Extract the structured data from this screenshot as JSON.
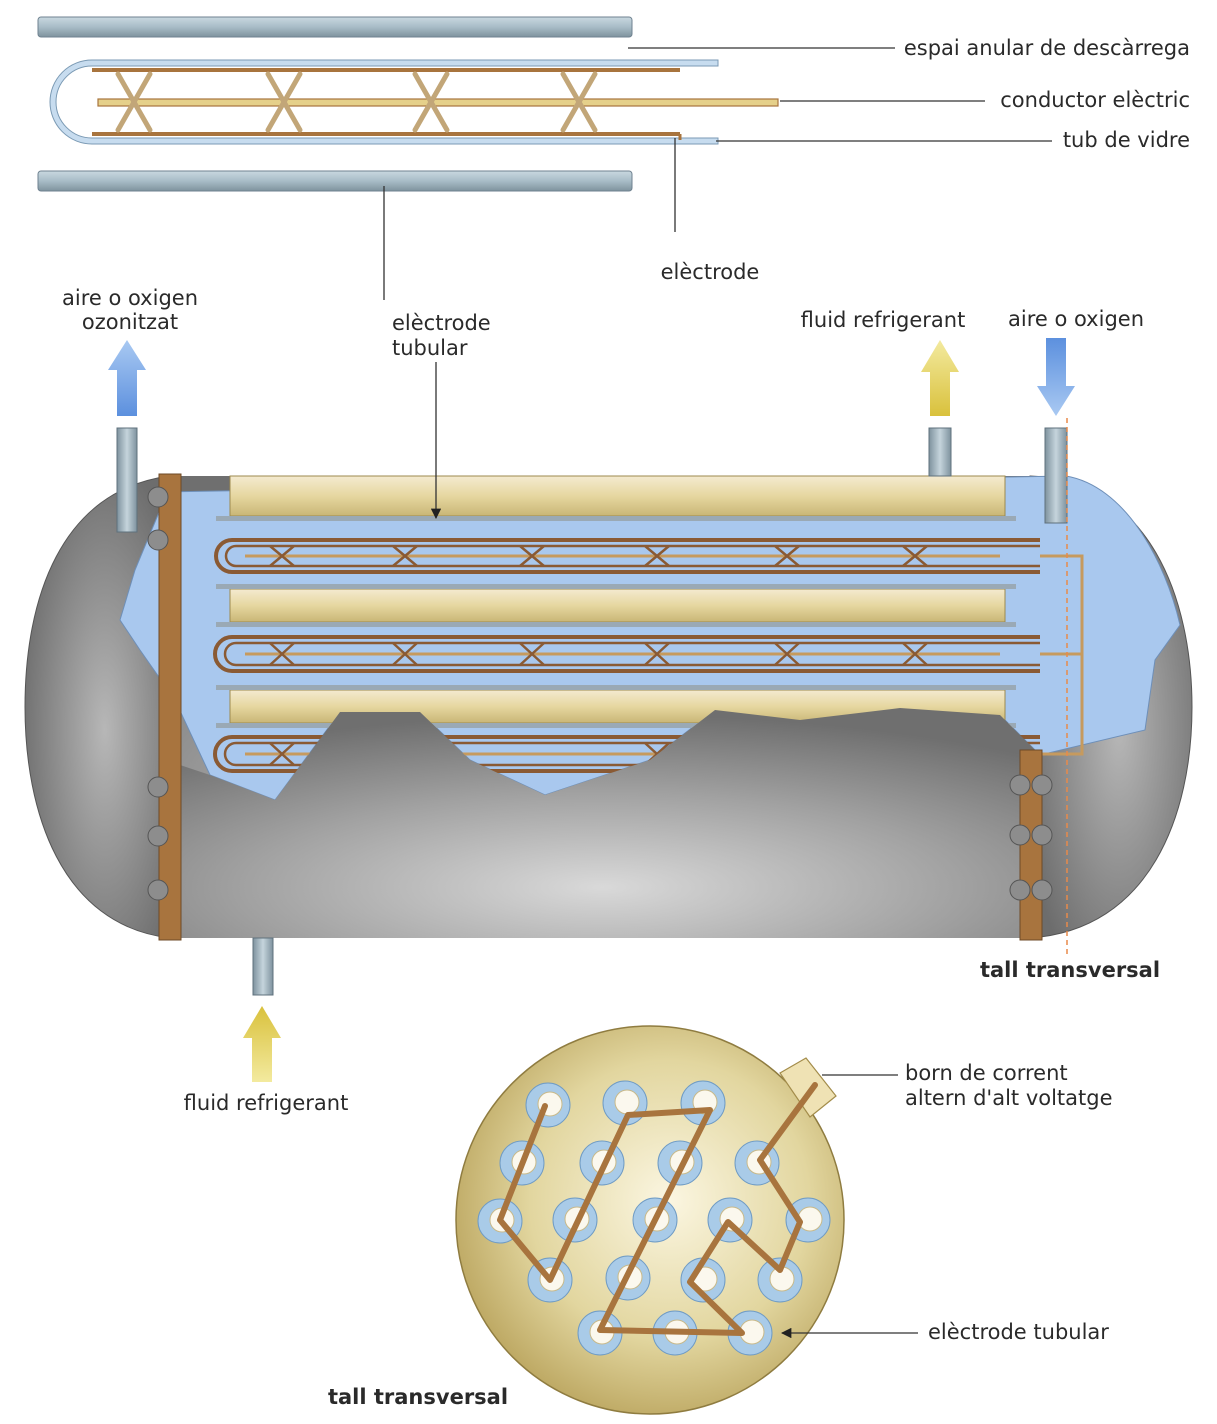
{
  "labels": {
    "annular_space": "espai anular de descàrrega",
    "conductor": "conductor elèctric",
    "glass_tube": "tub de vidre",
    "electrode": "elèctrode",
    "air_out_line1": "aire o oxigen",
    "air_out_line2": "ozonitzat",
    "tubular_electrode_line1": "elèctrode",
    "tubular_electrode_line2": "tubular",
    "coolant_out": "fluid refrigerant",
    "air_in": "aire o oxigen",
    "cross_section_side": "tall transversal",
    "coolant_in": "fluid refrigerant",
    "terminal_line1": "born  de corrent",
    "terminal_line2": "altern d'alt voltatge",
    "tubular_electrode_section": "elèctrode tubular",
    "cross_section_bottom": "tall transversal"
  },
  "colors": {
    "tube_steel": "#a9bec9",
    "glass_blue": "#c4daf0",
    "copper": "#a8743e",
    "gold_tube": "#e9dcab",
    "tank_gray": "#8e8e8e",
    "cavity_blue": "#a9c8ee",
    "arrow_blue": "#6fa3e6",
    "arrow_yellow": "#e5d35d",
    "disc_gold": "#d9c98a",
    "dashed_orange": "#e88a4a"
  }
}
